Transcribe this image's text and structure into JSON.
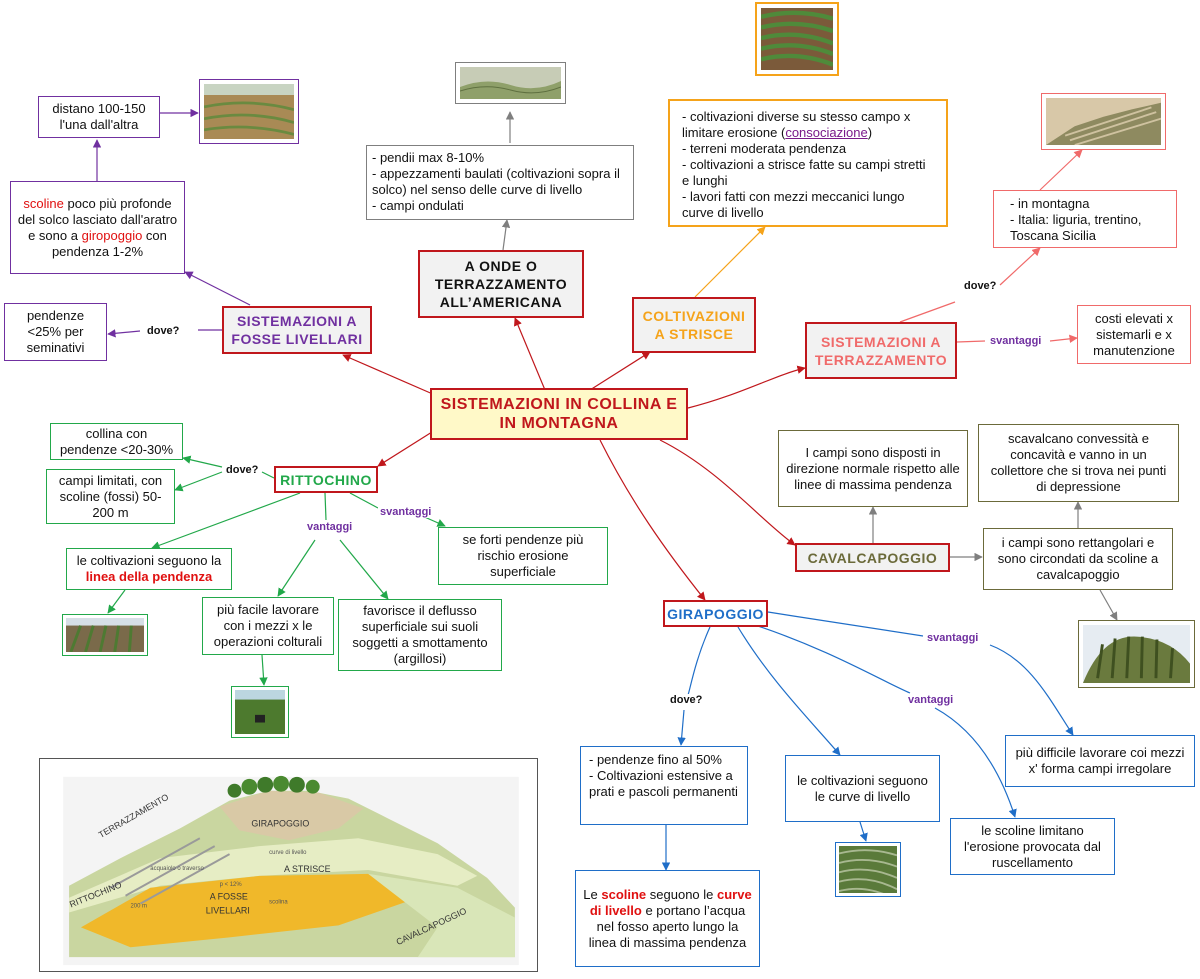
{
  "central": {
    "title": "SISTEMAZIONI IN COLLINA E IN  MONTAGNA"
  },
  "fosse": {
    "title": "SISTEMAZIONI  A FOSSE  LIVELLARI",
    "dove": "dove?",
    "pendenze": "pendenze <25% per seminativi",
    "scoline_a": "scoline",
    "scoline_b": " poco più profonde del solco lasciato dall'aratro e sono a ",
    "scoline_c": "giropoggio",
    "scoline_d": " con pendenza 1-2%",
    "distano": "distano 100-150 l'una dall'altra"
  },
  "onde": {
    "title": "A ONDE O TERRAZZAMENTO ALL’AMERICANA",
    "items": [
      "- pendii max 8-10%",
      "- appezzamenti baulati (coltivazioni sopra il solco) nel senso delle curve di livello",
      "- campi ondulati"
    ]
  },
  "strisce": {
    "title": "COLTIVAZIONI  A STRISCE",
    "item1_a": "- coltivazioni diverse su stesso campo x limitare erosione (",
    "item1_link": "consociazione",
    "item1_b": ")",
    "items": [
      "- terreni moderata pendenza",
      "- coltivazioni a strisce fatte su campi stretti e lunghi",
      "- lavori fatti con mezzi meccanici lungo curve di livello"
    ]
  },
  "terrazzamento": {
    "title": "SISTEMAZIONI  A TERRAZZAMENTO",
    "dove": "dove?",
    "svantaggi": "svantaggi",
    "dove_items": [
      "- in montagna",
      "- Italia: liguria, trentino, Toscana Sicilia"
    ],
    "costi": "costi elevati x sistemarli e x manutenzione"
  },
  "rittochino": {
    "title": "RITTOCHINO",
    "dove": "dove?",
    "vantaggi": "vantaggi",
    "svantaggi": "svantaggi",
    "collina": "collina con pendenze <20-30%",
    "campi": "campi limitati, con scoline (fossi) 50-200 m",
    "segu_a": "le coltivazioni seguono la ",
    "segu_b": "linea della pendenza",
    "facile": "più facile lavorare con i mezzi x le operazioni colturali",
    "favorisce": "favorisce il deflusso superficiale sui suoli soggetti a smottamento (argillosi)",
    "forti": "se forti pendenze più rischio erosione superficiale"
  },
  "cavalcapoggio": {
    "title": "CAVALCAPOGGIO",
    "campi_disp": "I campi sono disposti in direzione normale rispetto alle linee di massima pendenza",
    "scavalcano": "scavalcano convessità e concavità e vanno in un collettore che si trova nei punti di depressione",
    "rettangolari": "i campi sono rettangolari e sono circondati da scoline a cavalcapoggio"
  },
  "girapoggio": {
    "title": "GIRAPOGGIO",
    "dove": "dove?",
    "vantaggi": "vantaggi",
    "svantaggi": "svantaggi",
    "pendenze_items": [
      "- pendenze fino al 50%",
      "- Coltivazioni  estensive a prati e pascoli permanenti"
    ],
    "curve": "le coltivazioni seguono le curve di livello",
    "scoline_limitano": "le scoline limitano l'erosione provocata dal ruscellamento",
    "difficile": "più difficile lavorare coi mezzi x' forma campi irregolare",
    "le_a": "Le ",
    "le_b": "scoline",
    "le_c": " seguono le ",
    "le_d": "curve di livello",
    "le_e": " e  portano l’acqua nel fosso aperto lungo la linea di massima pendenza"
  },
  "diagram": {
    "terrazzamento": "TERRAZZAMENTO",
    "girapoggio": "GIRAPOGGIO",
    "rittochino": "RITTOCHINO",
    "a_strisce": "A STRISCE",
    "a_fosse": "A FOSSE",
    "livellari": "LIVELLARI",
    "cavalcapoggio": "CAVALCAPOGGIO",
    "curve": "curve di livello",
    "acquaiolo": "acquaiolo o traverso",
    "p12": "p < 12%",
    "scolina": "scolina",
    "m200": "200 m"
  },
  "colors": {
    "red": "#c0171c",
    "purple": "#7030a0",
    "orange": "#f5a31a",
    "salmon": "#f06a6a",
    "green": "#22a84a",
    "olive": "#6b6a3a",
    "blue": "#1f6ec8",
    "grey": "#7f7f7f"
  }
}
